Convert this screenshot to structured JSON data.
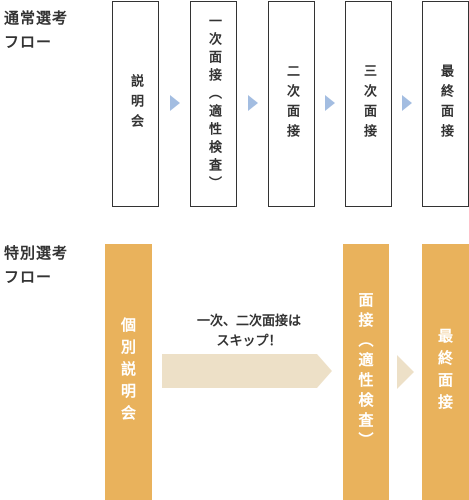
{
  "normal_flow": {
    "label_lines": [
      "通常選考",
      "フロー"
    ],
    "steps": [
      "説明会",
      "一次面接（適性検査）",
      "二次面接",
      "三次面接",
      "最終面接"
    ]
  },
  "special_flow": {
    "label_lines": [
      "特別選考",
      "フロー"
    ],
    "steps": [
      "個別説明会",
      "面接（適性検査）",
      "最終面接"
    ],
    "skip_note_lines": [
      "一次、二次面接は",
      "スキップ！"
    ]
  },
  "colors": {
    "accent_orange": "#e9b25c",
    "arrow_blue": "#a3bde1",
    "arrow_beige": "#ede0c7",
    "outline": "#333333"
  },
  "icons": {
    "step_arrow": "triangle-right",
    "skip_arrow": "wide-chevron-right"
  }
}
